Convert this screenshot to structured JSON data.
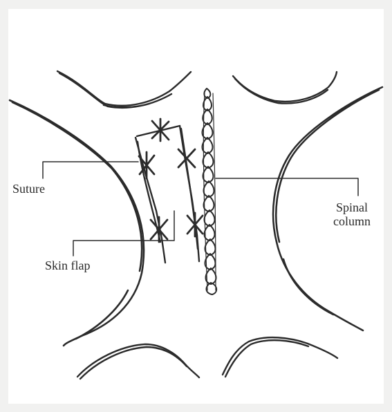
{
  "labels": {
    "suture": "Suture",
    "skin_flap": "Skin flap",
    "spinal_line1": "Spinal",
    "spinal_line2": "column"
  },
  "colors": {
    "background": "#f1f1f0",
    "panel": "#ffffff",
    "ink": "#2b2b2b"
  }
}
